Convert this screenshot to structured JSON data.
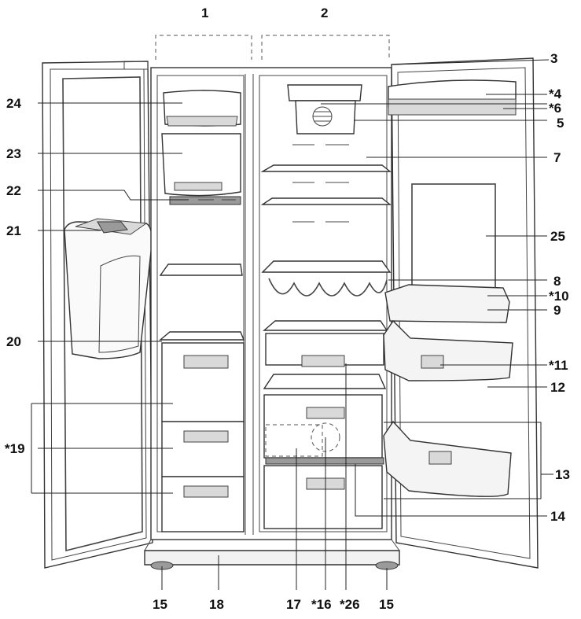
{
  "labels": {
    "l1": "1",
    "l2": "2",
    "l3": "3",
    "l4": "*4",
    "l5": "5",
    "l6": "*6",
    "l7": "7",
    "l8": "8",
    "l9": "9",
    "l10": "*10",
    "l11": "*11",
    "l12": "12",
    "l13": "13",
    "l14": "14",
    "l15a": "15",
    "l15b": "15",
    "l16": "*16",
    "l17": "17",
    "l18": "18",
    "l19": "*19",
    "l20": "20",
    "l21": "21",
    "l22": "22",
    "l23": "23",
    "l24": "24",
    "l25": "25",
    "l26": "*26"
  }
}
